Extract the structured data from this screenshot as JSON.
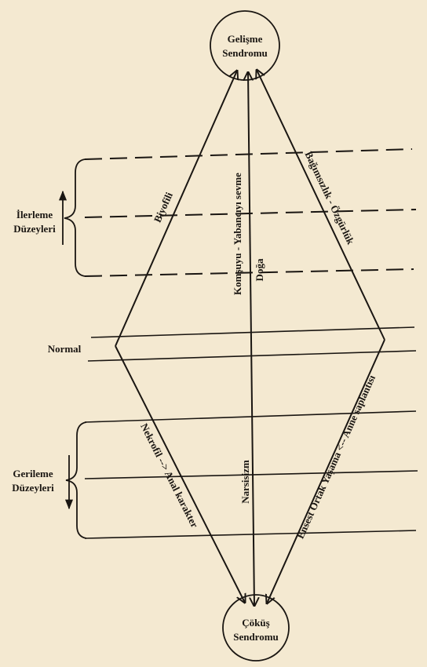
{
  "nodes": {
    "top": {
      "line1": "Gelişme",
      "line2": "Sendromu"
    },
    "bottom": {
      "line1": "Çöküş",
      "line2": "Sendromu"
    }
  },
  "side_labels": {
    "normal": "Normal",
    "progress": {
      "line1": "İlerleme",
      "line2": "Düzeyleri"
    },
    "regress": {
      "line1": "Gerileme",
      "line2": "Düzeyleri"
    }
  },
  "edge_labels": {
    "upper_left": "Biyofili",
    "upper_right": "Bağımsızlık - Özgürlük",
    "center_up_1": "Komşuyu - Yabancıyı sevme",
    "center_up_2": "Doğa",
    "lower_left": "Nekrofil --> Anal karakter",
    "lower_right": "Ensest Ortak Yaşama <-- Anne saplantısı",
    "center_down": "Narsisizm"
  },
  "colors": {
    "background": "#f4e9d1",
    "ink": "#1a1612"
  }
}
